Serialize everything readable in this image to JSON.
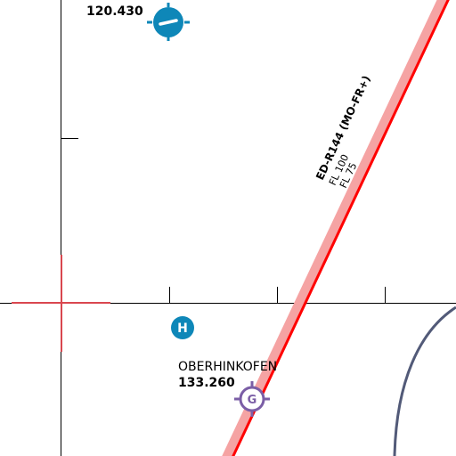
{
  "colors": {
    "background": "#ffffff",
    "grid_line": "#000000",
    "restricted_area": "#ff0000",
    "restricted_area_buffer": "#f5a3a3",
    "cross_marker": "#d9474f",
    "airport_blue": "#0e87b8",
    "glider_site": "#7b5ea6",
    "class_boundary": "#525a78"
  },
  "airfield_top": {
    "frequency": "120.430",
    "icon": "airfield-runway-icon"
  },
  "heliport": {
    "icon": "heliport-icon",
    "label": "H"
  },
  "glider_site": {
    "name": "OBERHINKOFEN",
    "frequency": "133.260",
    "icon": "glider-site-icon",
    "label": "G"
  },
  "restricted_area": {
    "designator": "ED-R144 (MO-FR+)",
    "upper_limit": "FL 100",
    "lower_limit": "FL 75"
  }
}
